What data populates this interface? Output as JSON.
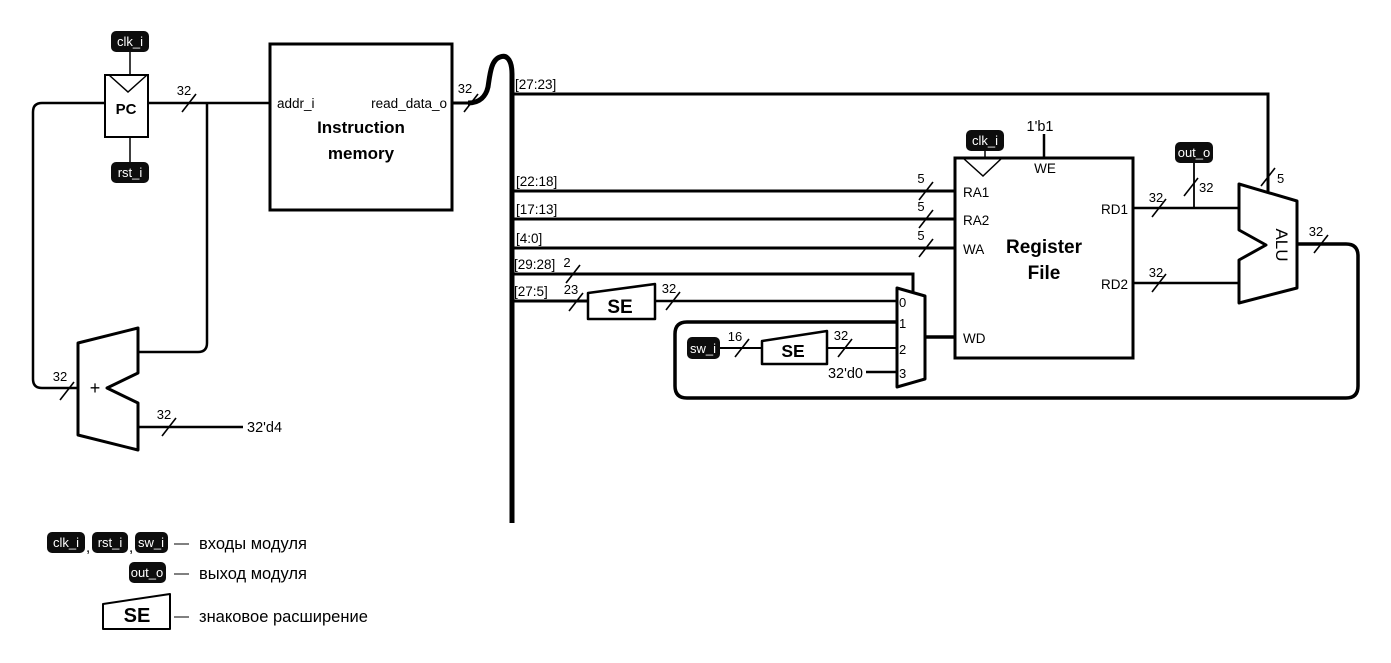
{
  "colors": {
    "blue": "#1B85EE",
    "orange": "#F28D1E",
    "dark_orange": "#C25F12",
    "brown": "#8C4A0B",
    "gray": "#A8A8A8",
    "badge_bg": "#0D0D0D",
    "badge_text": "#FFFFFF"
  },
  "blocks": {
    "pc": {
      "label": "PC"
    },
    "instruction_memory": {
      "title_line1": "Instruction",
      "title_line2": "memory",
      "addr_port": "addr_i",
      "read_data_port": "read_data_o"
    },
    "register_file": {
      "title_line1": "Register",
      "title_line2": "File",
      "we_port": "WE",
      "ra1_port": "RA1",
      "ra2_port": "RA2",
      "wa_port": "WA",
      "wd_port": "WD",
      "rd1_port": "RD1",
      "rd2_port": "RD2"
    },
    "alu": {
      "label": "ALU"
    },
    "pc_adder": {
      "label": "+"
    },
    "se_imm": {
      "label": "SE"
    },
    "se_sw": {
      "label": "SE"
    },
    "wd_mux": {
      "in0": "0",
      "in1": "1",
      "in2": "2",
      "in3": "3"
    }
  },
  "badges": {
    "clk_pc": "clk_i",
    "rst_pc": "rst_i",
    "clk_rf": "clk_i",
    "sw": "sw_i",
    "out": "out_o"
  },
  "constants": {
    "we_value": "1'b1",
    "mux_zero": "32'd0",
    "pc_step": "32'd4"
  },
  "bit_slices": {
    "s27_23": "[27:23]",
    "s22_18": "[22:18]",
    "s17_13": "[17:13]",
    "s4_0": "[4:0]",
    "s29_28": "[29:28]",
    "s27_5": "[27:5]"
  },
  "bus_widths": {
    "w32": "32",
    "w5": "5",
    "w2": "2",
    "w23": "23",
    "w16": "16"
  },
  "legend": {
    "badge_clk": "clk_i",
    "badge_rst": "rst_i",
    "badge_sw": "sw_i",
    "badge_out": "out_o",
    "se_label": "SE",
    "comma": ",",
    "dash": "—",
    "inputs_text": "входы модуля",
    "output_text": "выход модуля",
    "se_text": "знаковое расширение"
  }
}
